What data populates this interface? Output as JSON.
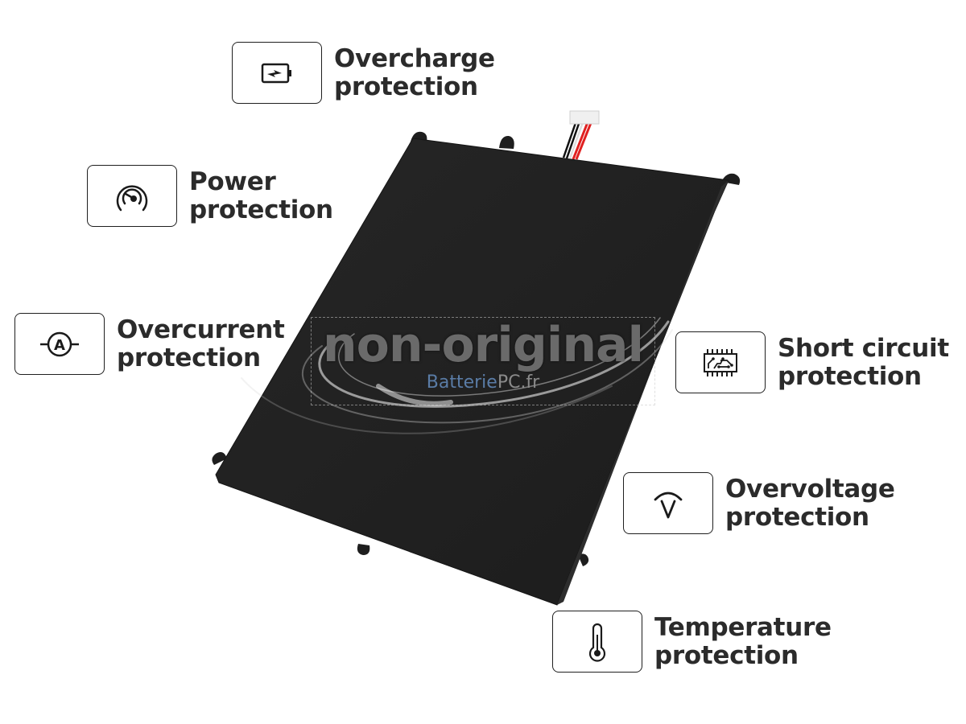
{
  "features": [
    {
      "id": "overcharge",
      "icon": "battery-charging-icon",
      "line1": "Overcharge",
      "line2": "protection"
    },
    {
      "id": "power",
      "icon": "gauge-icon",
      "line1": "Power",
      "line2": "protection"
    },
    {
      "id": "overcurrent",
      "icon": "ammeter-icon",
      "line1": "Overcurrent",
      "line2": "protection"
    },
    {
      "id": "short-circuit",
      "icon": "circuit-chip-icon",
      "line1": "Short circuit",
      "line2": "protection"
    },
    {
      "id": "overvoltage",
      "icon": "voltmeter-icon",
      "line1": "Overvoltage",
      "line2": "protection"
    },
    {
      "id": "temperature",
      "icon": "thermometer-icon",
      "line1": "Temperature",
      "line2": "protection"
    }
  ],
  "watermark": {
    "main": "non-original",
    "brand_part1": "Batterie",
    "brand_part2": "PC.fr"
  },
  "colors": {
    "battery_body": "#222222",
    "text": "#2b2b2b",
    "wire_red": "#e02020",
    "brand_blue": "#5a7ca6"
  }
}
